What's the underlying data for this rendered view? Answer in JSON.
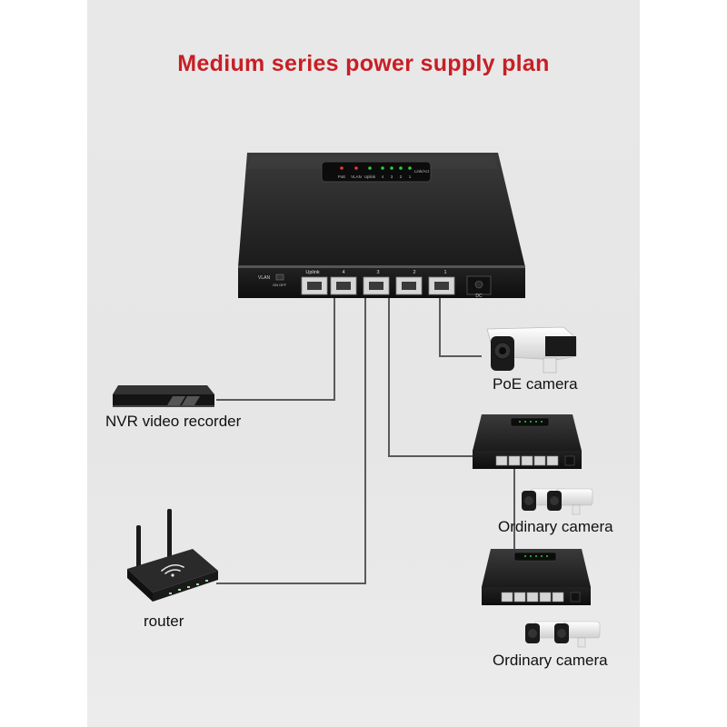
{
  "title": "Medium series power supply plan",
  "colors": {
    "title": "#c81e24",
    "background": "#e8e8e8",
    "device": "#1e1e1e",
    "cable": "#555555",
    "led_green": "#2ecc40",
    "led_red": "#e53935"
  },
  "switch": {
    "led_labels": [
      "PoE",
      "VLAN",
      "Uplink",
      "4",
      "3",
      "2",
      "1",
      "Link/Act"
    ],
    "vlan_label": "VLAN",
    "vlan_switch_label": "ON OFF",
    "port_labels": [
      "Uplink",
      "4",
      "3",
      "2",
      "1"
    ],
    "dc_label": "DC"
  },
  "devices": {
    "poe_camera": "PoE camera",
    "nvr": "NVR video recorder",
    "ordinary_camera_1": "Ordinary camera",
    "router": "router",
    "ordinary_camera_2": "Ordinary camera"
  }
}
